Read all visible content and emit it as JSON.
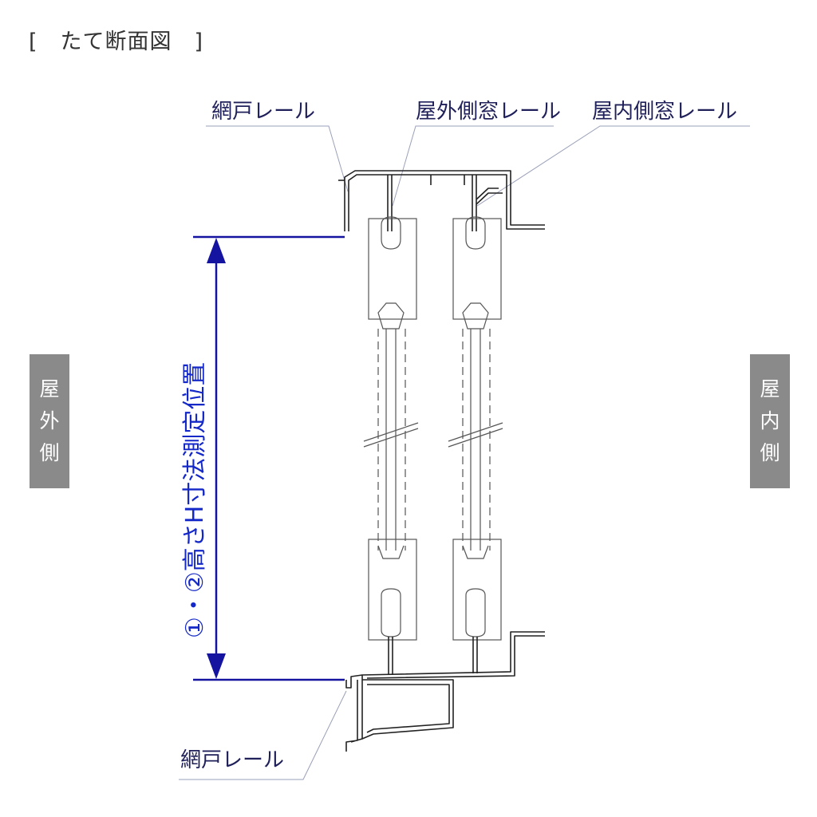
{
  "title": "[　たて断面図　]",
  "labels": {
    "screen_rail_top": "網戸レール",
    "outer_window_rail": "屋外側窓レール",
    "inner_window_rail": "屋内側窓レール",
    "screen_rail_bottom": "網戸レール"
  },
  "dimension_label": "①・②高さH寸法測定位置",
  "side_outside": [
    "屋",
    "外",
    "側"
  ],
  "side_inside": [
    "屋",
    "内",
    "側"
  ],
  "colors": {
    "dimension": "#1414a0",
    "dimension_text": "#1428c8",
    "label_text": "#1f1f5a",
    "side_tag": "#8a8a8a",
    "leader": "#9aa0b8"
  }
}
